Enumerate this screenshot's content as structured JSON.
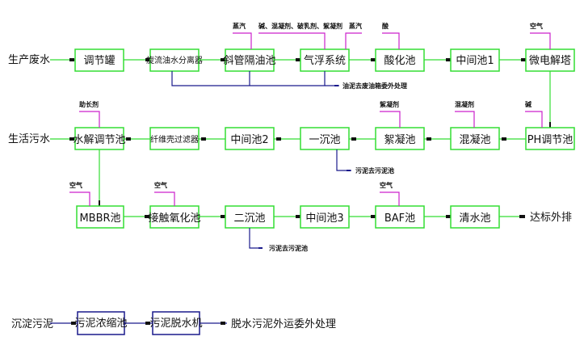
{
  "title": "废水处理工艺流程图",
  "colors": {
    "process_line": "#33dd33",
    "sludge_line": "#1a1a8c",
    "chemical_line": "#cc22cc",
    "arrow": "#111111"
  },
  "inputs": {
    "production_wastewater": "生产废水",
    "domestic_sewage": "生活污水",
    "settled_sludge": "沉淀污泥"
  },
  "outputs": {
    "discharge": "达标外排",
    "dewatered_sludge": "脱水污泥外运委外处理"
  },
  "row1": [
    {
      "id": "tiaojieguan",
      "label": "调节罐"
    },
    {
      "id": "xuanliu",
      "label": "旋流油水分离器"
    },
    {
      "id": "xieguan",
      "label": "斜管隔油池"
    },
    {
      "id": "qifu",
      "label": "气浮系统"
    },
    {
      "id": "suanhua",
      "label": "酸化池"
    },
    {
      "id": "zhongjian1",
      "label": "中间池1"
    },
    {
      "id": "weidian",
      "label": "微电解塔"
    }
  ],
  "row2": [
    {
      "id": "shuijie",
      "label": "水解调节池"
    },
    {
      "id": "xianwei",
      "label": "纤维壳过滤器"
    },
    {
      "id": "zhongjian2",
      "label": "中间池2"
    },
    {
      "id": "yichen",
      "label": "一沉池"
    },
    {
      "id": "xuning",
      "label": "絮凝池"
    },
    {
      "id": "hunning",
      "label": "混凝池"
    },
    {
      "id": "ph",
      "label": "PH调节池"
    }
  ],
  "row3": [
    {
      "id": "mbbr",
      "label": "MBBR池"
    },
    {
      "id": "jiechu",
      "label": "接触氧化池"
    },
    {
      "id": "erchen",
      "label": "二沉池"
    },
    {
      "id": "zhongjian3",
      "label": "中间池3"
    },
    {
      "id": "baf",
      "label": "BAF池"
    },
    {
      "id": "qingshui",
      "label": "清水池"
    }
  ],
  "row4": [
    {
      "id": "nongsuo",
      "label": "污泥浓缩池"
    },
    {
      "id": "tuoshui",
      "label": "污泥脱水机"
    }
  ],
  "chemicals": {
    "xieguan": "蒸汽",
    "qifu_1": "碱、混凝剂、破乳剂、絮凝剂",
    "qifu_2": "蒸汽",
    "suanhua": "酸",
    "weidian": "空气",
    "shuijie": "助长剂",
    "xuning": "絮凝剂",
    "hunning": "混凝剂",
    "ph": "碱",
    "mbbr": "空气",
    "jiechu": "空气",
    "baf": "空气"
  },
  "notes": {
    "oil_sludge": "油泥去废油箱委外处理",
    "sludge1": "污泥去污泥池",
    "sludge2": "污泥去污泥池"
  }
}
